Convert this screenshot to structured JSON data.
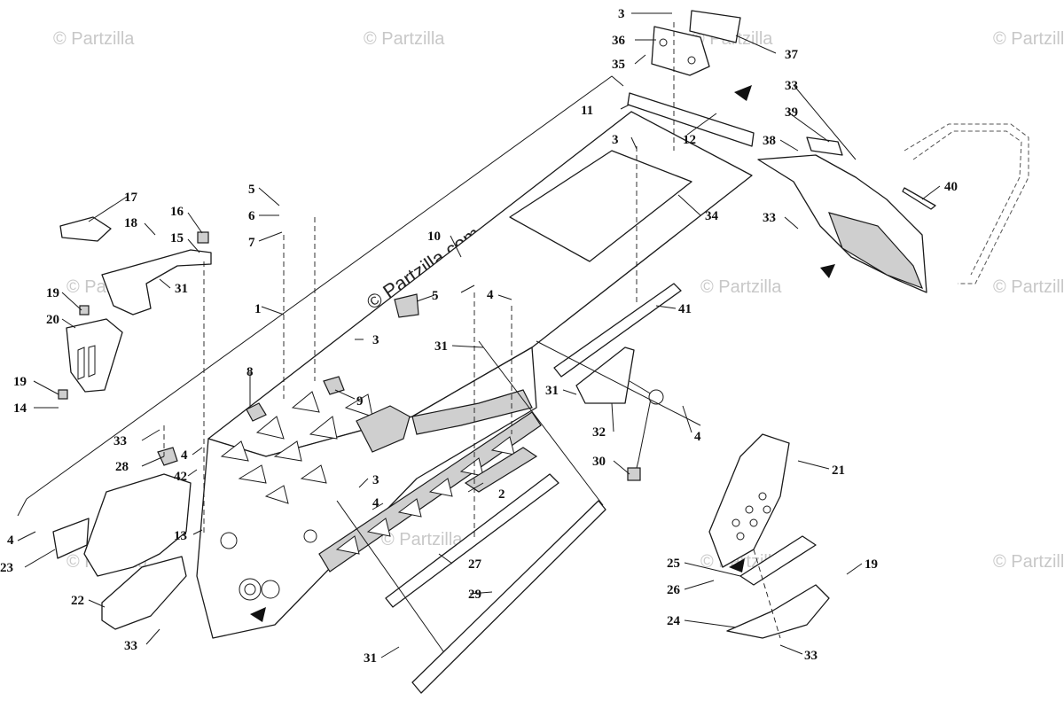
{
  "watermark": {
    "text": "© Partzilla",
    "center_text": "© Partzilla.com"
  },
  "callouts": [
    "1",
    "2",
    "3",
    "4",
    "5",
    "6",
    "7",
    "8",
    "9",
    "10",
    "11",
    "12",
    "13",
    "14",
    "15",
    "16",
    "17",
    "18",
    "19",
    "20",
    "21",
    "22",
    "23",
    "24",
    "25",
    "26",
    "27",
    "28",
    "29",
    "30",
    "31",
    "32",
    "33",
    "34",
    "35",
    "36",
    "37",
    "38",
    "39",
    "40",
    "41",
    "42"
  ]
}
